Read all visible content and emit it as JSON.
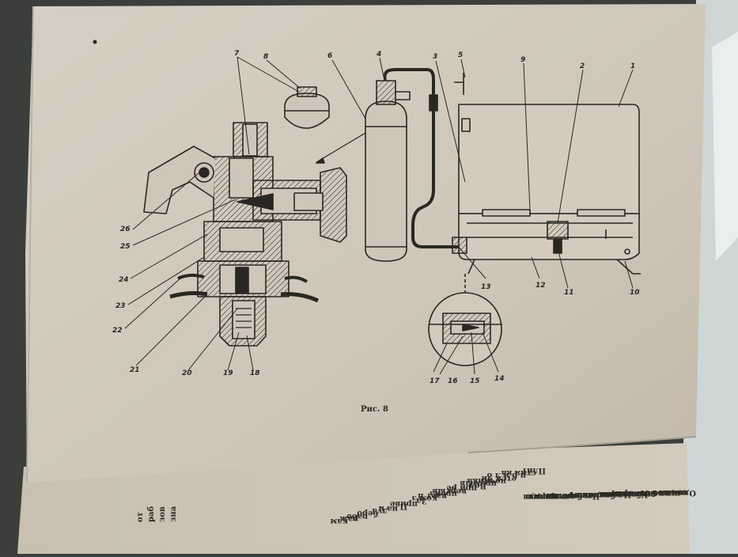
{
  "figure": {
    "caption": "Рис. 8",
    "callouts": {
      "c1": "1",
      "c2": "2",
      "c3": "3",
      "c4": "4",
      "c5": "5",
      "c6": "6",
      "c7": "7",
      "c8": "8",
      "c9": "9",
      "c10": "10",
      "c11": "11",
      "c12": "12",
      "c13": "13",
      "c14": "14",
      "c15": "15",
      "c16": "16",
      "c17": "17",
      "c18": "18",
      "c19": "19",
      "c20": "20",
      "c21": "21",
      "c22": "22",
      "c23": "23",
      "c24": "24",
      "c25": "25",
      "c26": "26"
    }
  },
  "right_page_fragments": [
    "Одна из б",
    "щенное от",
    "нуть кол",
    "с коллпажок",
    "вание при",
    "своим тор",
    "Убедивши",
    "лон со в",
    "Наконе",
    "ложения",
    "баллон в",
    "щитка.",
    "Чтобы",
    "к горелке",
    "(против ч",
    "отверстия",
    "повернут",
    "ние для"
  ],
  "bottom_page_fragments": [
    "Плит",
    "стия ка",
    "п р и л о",
    "ется чи",
    "нечника",
    "промыв",
    "Вел",
    "при ре",
    "вертыв",
    "произ",
    "вает п",
    "ком з",
    "За",
    "приве",
    "П",
    "на н",
    "дуа",
    "беро",
    "рабо",
    "раж",
    "кам"
  ],
  "left_edge_fragments": [
    "зна",
    "зов",
    "раб",
    "от"
  ]
}
